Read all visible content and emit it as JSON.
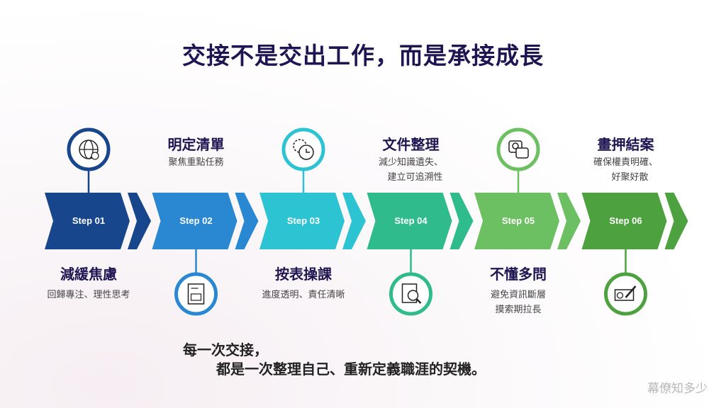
{
  "title": "交接不是交出工作，而是承接成長",
  "steps": [
    {
      "label": "Step 01",
      "heading": "減緩焦慮",
      "sub": [
        "回歸專注、理性思考"
      ],
      "icon": "globe-check-icon",
      "color": "#17468d",
      "position": "bottom"
    },
    {
      "label": "Step 02",
      "heading": "明定清單",
      "sub": [
        "聚焦重點任務"
      ],
      "icon": "document-table-icon",
      "color": "#2a88d2",
      "position": "top"
    },
    {
      "label": "Step 03",
      "heading": "按表操課",
      "sub": [
        "進度透明、責任清晰"
      ],
      "icon": "gear-clock-icon",
      "color": "#2cc3d2",
      "position": "bottom"
    },
    {
      "label": "Step 04",
      "heading": "文件整理",
      "sub": [
        "減少知識遺失、",
        "建立可追溯性"
      ],
      "icon": "document-search-icon",
      "color": "#2fbb8c",
      "position": "top"
    },
    {
      "label": "Step 05",
      "heading": "不懂多問",
      "sub": [
        "避免資訊斷層",
        "摸索期拉長"
      ],
      "icon": "chat-location-icon",
      "color": "#6cc062",
      "position": "bottom"
    },
    {
      "label": "Step 06",
      "heading": "畫押結案",
      "sub": [
        "確保權責明確、",
        "好聚好散"
      ],
      "icon": "cheque-sign-icon",
      "color": "#4da23f",
      "position": "top"
    }
  ],
  "quote": [
    "每一次交接，",
    "都是一次整理自己、重新定義職涯的契機。"
  ],
  "watermark": "幕僚知多少"
}
